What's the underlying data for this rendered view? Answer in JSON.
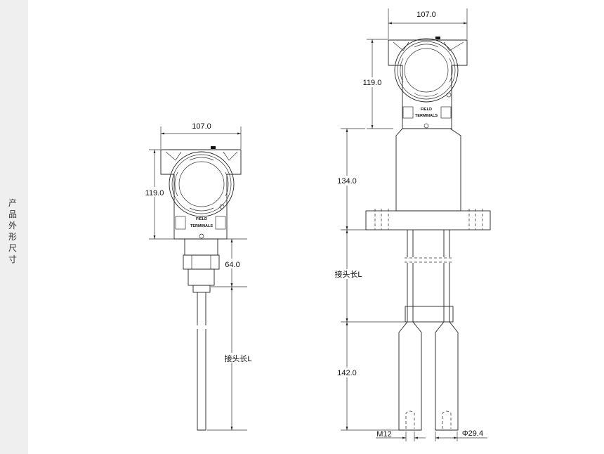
{
  "sidebar": {
    "title": "产品外形尺寸"
  },
  "left_drawing": {
    "width_dim": "107.0",
    "height_dim": "119.0",
    "neck_dim": "64.0",
    "probe_dim": "接头长L",
    "terminal_label_1": "FIELD",
    "terminal_label_2": "TERMINALS"
  },
  "right_drawing": {
    "width_dim": "107.0",
    "height_dim": "119.0",
    "body_dim": "134.0",
    "rod_dim": "接头长L",
    "paddle_dim": "142.0",
    "thread_dim": "M12",
    "diameter_dim": "Φ29.4",
    "terminal_label_1": "FIELD",
    "terminal_label_2": "TERMINALS"
  }
}
